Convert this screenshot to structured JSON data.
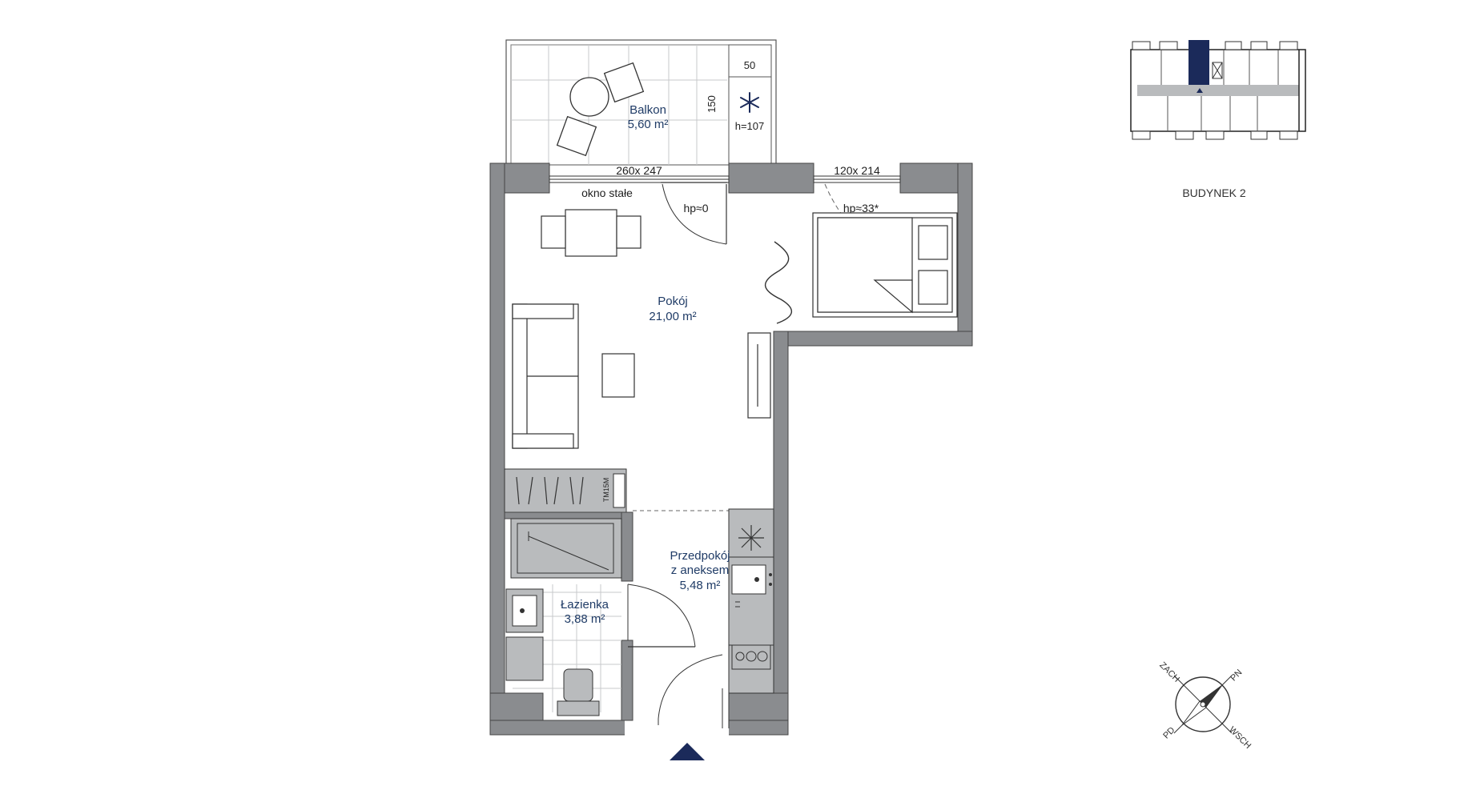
{
  "rooms": {
    "balkon": {
      "name": "Balkon",
      "area": "5,60 m²"
    },
    "pokoj": {
      "name": "Pokój",
      "area": "21,00 m²"
    },
    "przedpokoj": {
      "name1": "Przedpokój",
      "name2": "z aneksem",
      "area": "5,48 m²"
    },
    "lazienka": {
      "name": "Łazienka",
      "area": "3,88 m²"
    }
  },
  "dimensions": {
    "balcony_width": "50",
    "balcony_depth": "150",
    "balcony_height": "h=107",
    "window_main": "260x 247",
    "window_main_note": "okno stałe",
    "door_hp": "hp≈0",
    "window_second": "120x 214",
    "window_second_hp": "hp≈33*"
  },
  "appliance_label": "TM15M",
  "building_label": "BUDYNEK 2",
  "compass": {
    "nw": "ZACH",
    "ne": "PN",
    "sw": "PD",
    "se": "WSCH"
  },
  "colors": {
    "wall": "#8a8c8f",
    "accent": "#1b2a5a",
    "grey_fixture": "#b9bbbd",
    "tile_line": "#c7c9cb",
    "label": "#1f3b66"
  }
}
